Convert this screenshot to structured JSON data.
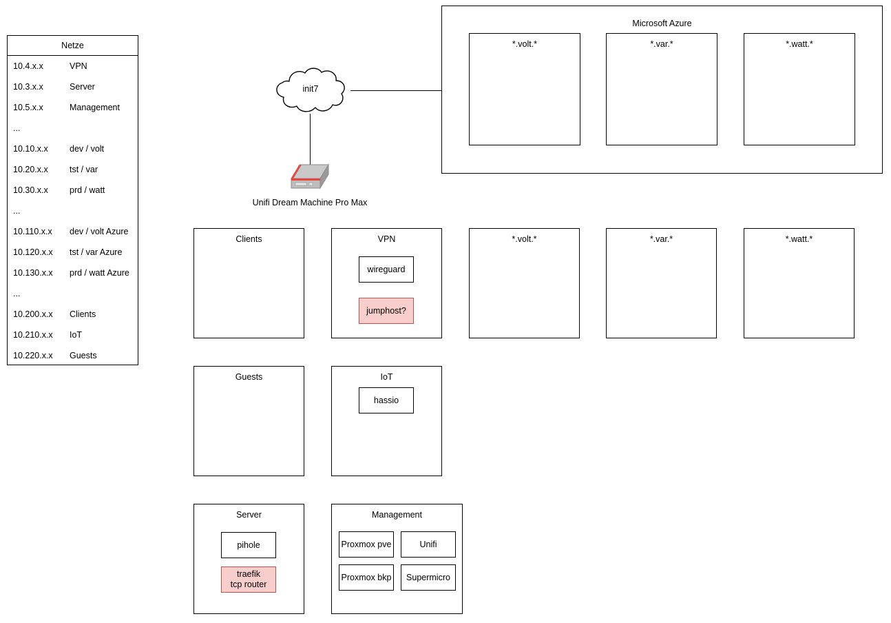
{
  "legend": {
    "title": "Netze",
    "rows": [
      {
        "net": "10.4.x.x",
        "name": "VPN"
      },
      {
        "net": "10.3.x.x",
        "name": "Server"
      },
      {
        "net": "10.5.x.x",
        "name": "Management"
      },
      {
        "net": "...",
        "name": ""
      },
      {
        "net": "10.10.x.x",
        "name": "dev / volt"
      },
      {
        "net": "10.20.x.x",
        "name": "tst / var"
      },
      {
        "net": "10.30.x.x",
        "name": "prd / watt"
      },
      {
        "net": "...",
        "name": ""
      },
      {
        "net": "10.110.x.x",
        "name": "dev / volt Azure"
      },
      {
        "net": "10.120.x.x",
        "name": "tst / var Azure"
      },
      {
        "net": "10.130.x.x",
        "name": "prd / watt Azure"
      },
      {
        "net": "...",
        "name": ""
      },
      {
        "net": "10.200.x.x",
        "name": "Clients"
      },
      {
        "net": "10.210.x.x",
        "name": "IoT"
      },
      {
        "net": "10.220.x.x",
        "name": "Guests"
      }
    ]
  },
  "cloud": {
    "label": "init7"
  },
  "gateway": {
    "label": "Unifi Dream Machine Pro Max"
  },
  "azure": {
    "title": "Microsoft Azure",
    "zones": [
      {
        "title": "*.volt.*"
      },
      {
        "title": "*.var.*"
      },
      {
        "title": "*.watt.*"
      }
    ]
  },
  "vlans": {
    "clients": {
      "title": "Clients",
      "nodes": []
    },
    "vpn": {
      "title": "VPN",
      "nodes": [
        {
          "label": "wireguard",
          "highlight": false
        },
        {
          "label": "jumphost?",
          "highlight": true
        }
      ]
    },
    "volt": {
      "title": "*.volt.*",
      "nodes": []
    },
    "var": {
      "title": "*.var.*",
      "nodes": []
    },
    "watt": {
      "title": "*.watt.*",
      "nodes": []
    },
    "guests": {
      "title": "Guests",
      "nodes": []
    },
    "iot": {
      "title": "IoT",
      "nodes": [
        {
          "label": "hassio",
          "highlight": false
        }
      ]
    },
    "server": {
      "title": "Server",
      "nodes": [
        {
          "label": "pihole",
          "highlight": false
        },
        {
          "label": "traefik\ntcp router",
          "highlight": true
        }
      ]
    },
    "management": {
      "title": "Management",
      "nodes": [
        {
          "label": "Proxmox pve",
          "highlight": false
        },
        {
          "label": "Unifi",
          "highlight": false
        },
        {
          "label": "Proxmox bkp",
          "highlight": false
        },
        {
          "label": "Supermicro",
          "highlight": false
        }
      ]
    }
  },
  "colors": {
    "stroke": "#000000",
    "background": "#ffffff",
    "highlight_fill": "#f8cecc",
    "highlight_stroke": "#b85450",
    "device_top": "#c7c7c7",
    "device_side": "#9e9e9e",
    "device_accent": "#e8453c"
  }
}
